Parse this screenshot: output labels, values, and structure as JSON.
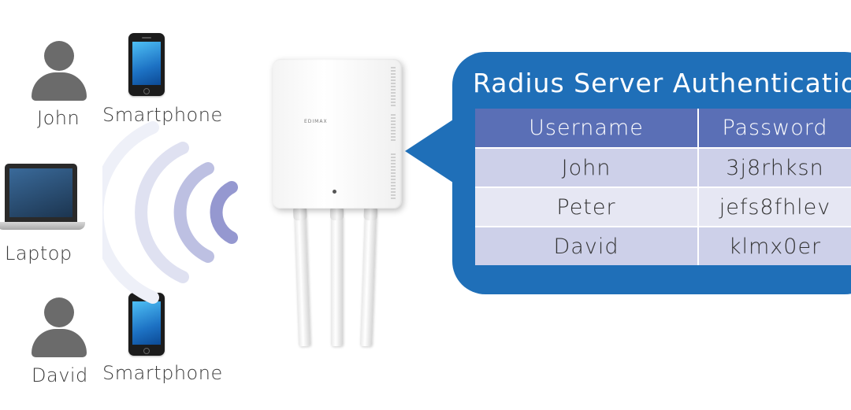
{
  "devices": {
    "top_person_label": "John",
    "top_phone_label": "Smartphone",
    "laptop_label": "Laptop",
    "bottom_person_label": "David",
    "bottom_phone_label": "Smartphone"
  },
  "access_point": {
    "brand": "EDIMAX"
  },
  "callout": {
    "title": "Radius Server Authentication",
    "headers": [
      "Username",
      "Password"
    ],
    "rows": [
      [
        "John",
        "3j8rhksn"
      ],
      [
        "Peter",
        "jefs8fhlev"
      ],
      [
        "David",
        "klmx0er"
      ]
    ]
  },
  "colors": {
    "callout_blue": "#1f6fb8",
    "header_purple": "#5a6fb6",
    "row_light": "#e6e7f3",
    "row_dark": "#cdd0e9",
    "signal": "#8f93cf"
  }
}
